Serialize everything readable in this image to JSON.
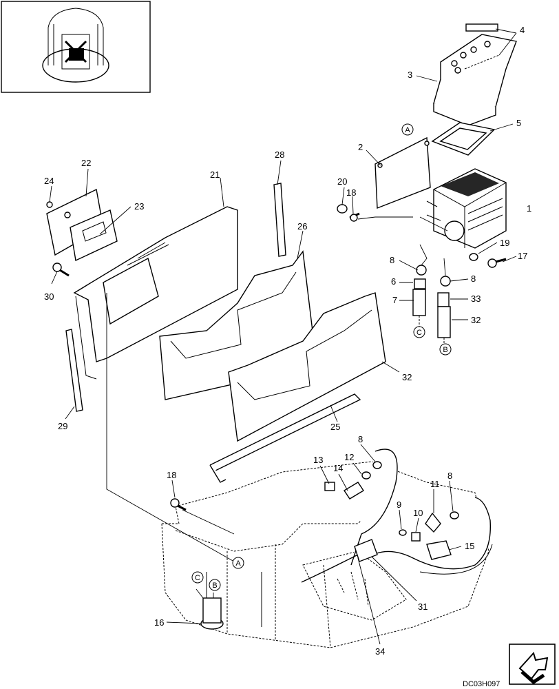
{
  "diagram": {
    "code": "DC03H097",
    "callouts": [
      "1",
      "2",
      "3",
      "4",
      "5",
      "6",
      "7",
      "8",
      "8",
      "8",
      "8",
      "9",
      "10",
      "11",
      "12",
      "13",
      "14",
      "15",
      "16",
      "17",
      "18",
      "18",
      "19",
      "20",
      "21",
      "22",
      "23",
      "24",
      "25",
      "26",
      "28",
      "29",
      "30",
      "31",
      "32",
      "32",
      "33",
      "34"
    ],
    "circle_refs": [
      "A",
      "A",
      "B",
      "B",
      "C",
      "C"
    ]
  }
}
